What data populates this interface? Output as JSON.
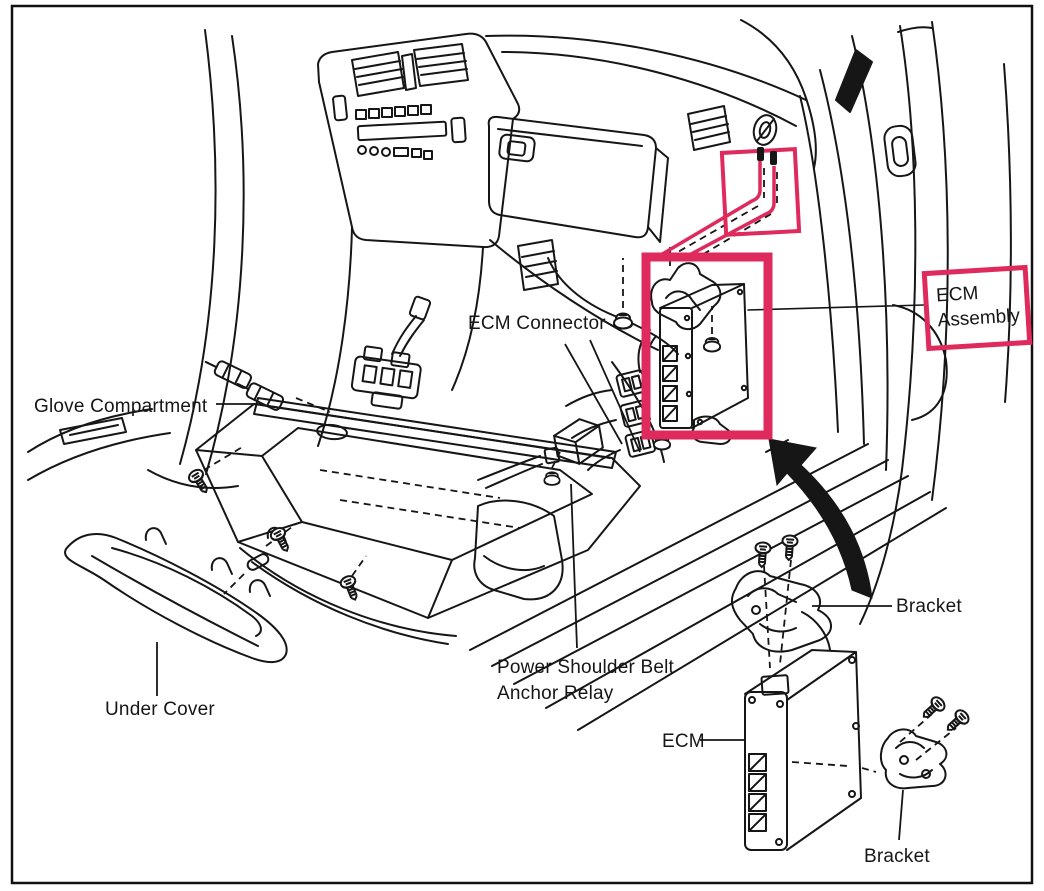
{
  "figure": {
    "background_color": "#ffffff",
    "line_color": "#161616",
    "highlight_color": "#de2a5c"
  },
  "labels": {
    "glove_compartment": "Glove Compartment",
    "ecm_connector": "ECM Connector",
    "under_cover": "Under Cover",
    "relay_line1": "Power Shoulder Belt",
    "relay_line2": "Anchor Relay",
    "ecm_assembly_line1": "ECM",
    "ecm_assembly_line2": "Assembly",
    "ecm": "ECM",
    "bracket_upper": "Bracket",
    "bracket_lower": "Bracket"
  }
}
